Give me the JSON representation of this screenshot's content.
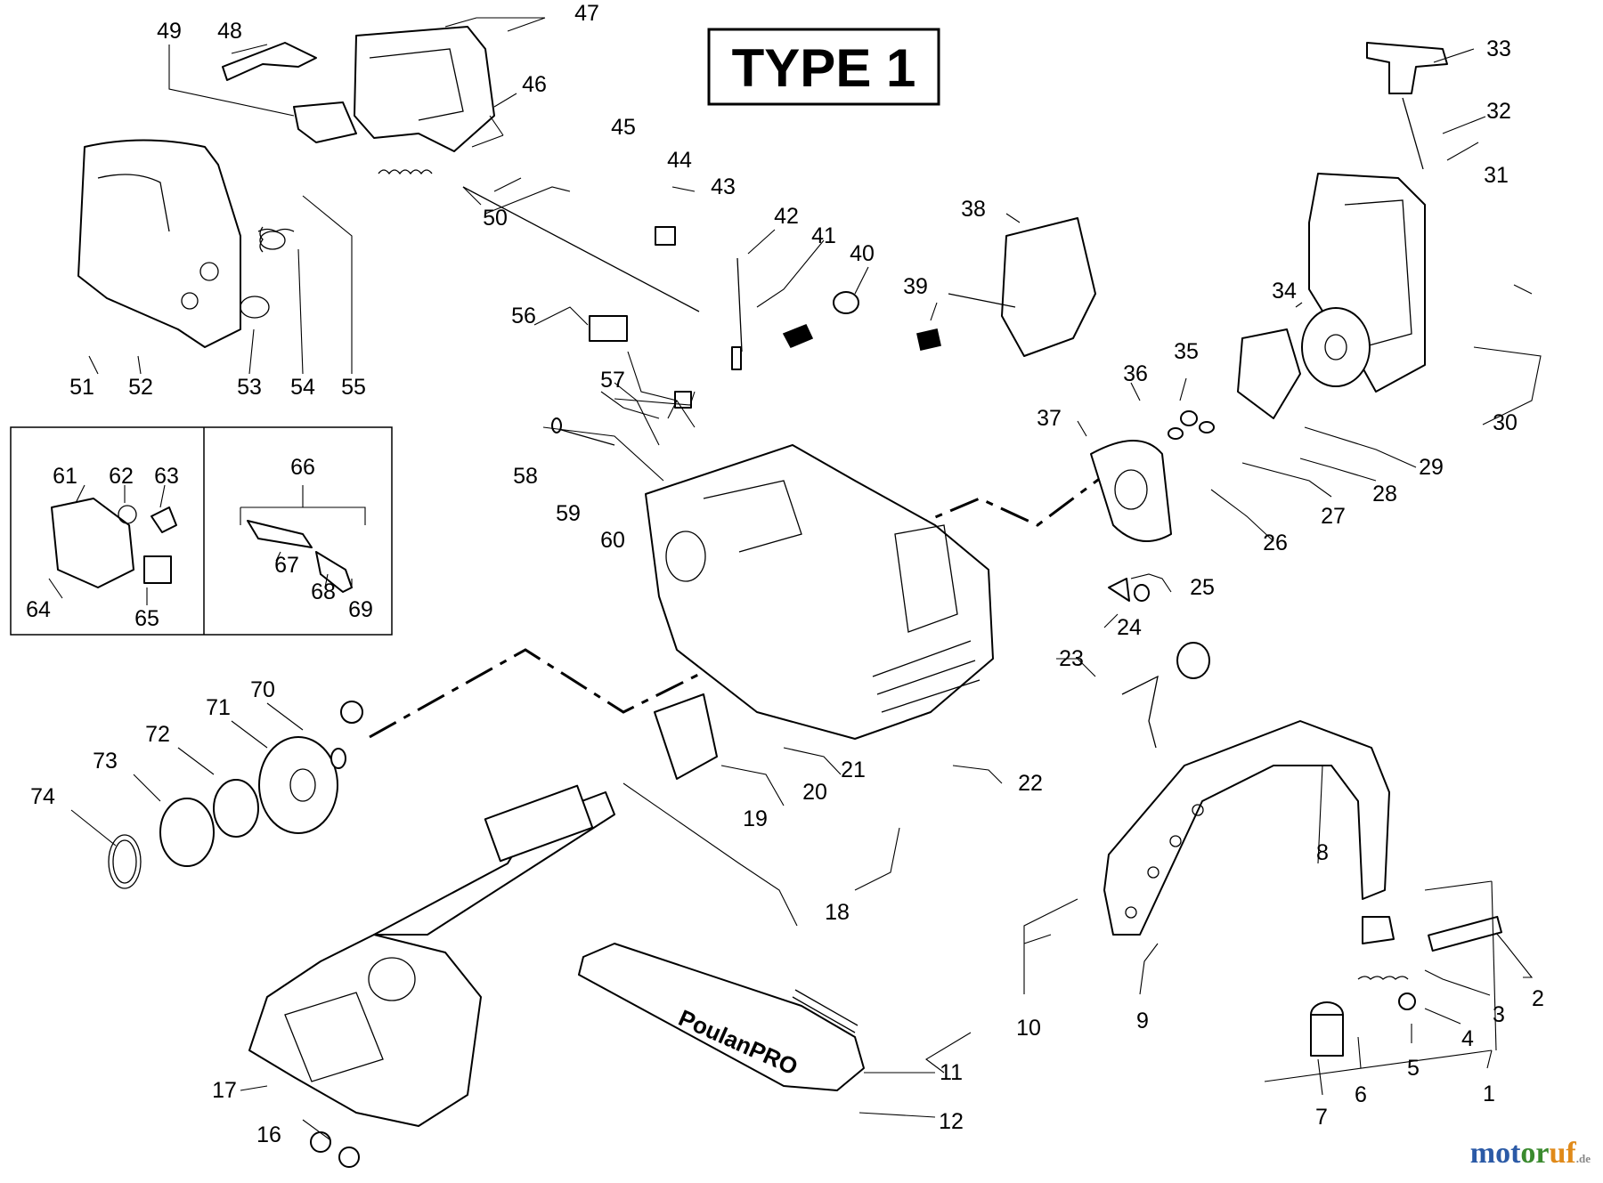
{
  "diagram": {
    "title": "TYPE 1",
    "bar_brand": "PoulanPRO",
    "watermark": {
      "part1": "mot",
      "part2": "or",
      "part3": "uf",
      "tld": ".de"
    },
    "labels": [
      "1",
      "2",
      "3",
      "4",
      "5",
      "6",
      "7",
      "8",
      "9",
      "10",
      "11",
      "12",
      "16",
      "17",
      "18",
      "19",
      "20",
      "21",
      "22",
      "23",
      "24",
      "25",
      "26",
      "27",
      "28",
      "29",
      "30",
      "31",
      "32",
      "33",
      "34",
      "35",
      "36",
      "37",
      "38",
      "39",
      "40",
      "41",
      "42",
      "43",
      "44",
      "45",
      "46",
      "47",
      "48",
      "49",
      "50",
      "51",
      "52",
      "53",
      "54",
      "55",
      "56",
      "57",
      "58",
      "59",
      "60",
      "61",
      "62",
      "63",
      "64",
      "65",
      "66",
      "67",
      "68",
      "69",
      "70",
      "71",
      "72",
      "73",
      "74"
    ]
  }
}
